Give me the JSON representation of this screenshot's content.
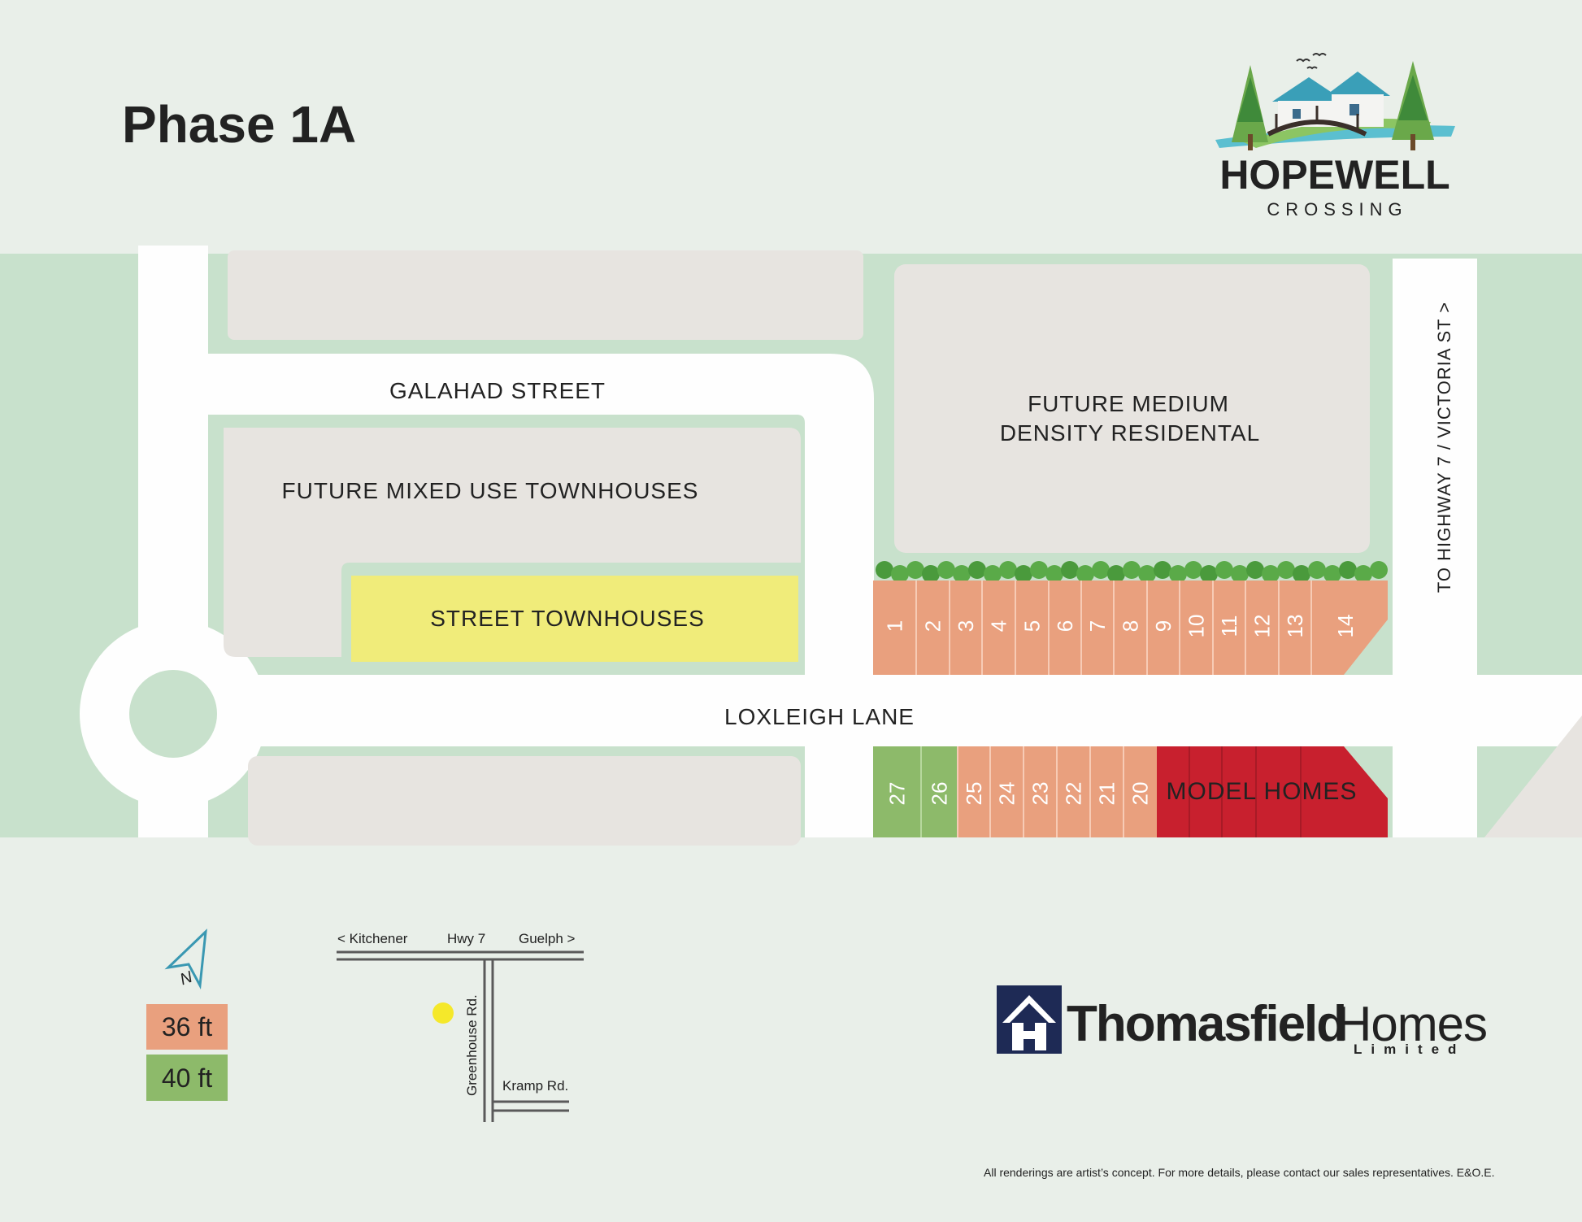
{
  "header": {
    "title": "Phase 1A",
    "brand_name": "HOPEWELL",
    "brand_sub": "CROSSING"
  },
  "streets": {
    "galahad": "GALAHAD STREET",
    "loxleigh": "LOXLEIGH LANE",
    "highway": "TO HIGHWAY 7 / VICTORIA ST >"
  },
  "areas": {
    "mixed_use": "FUTURE MIXED USE TOWNHOUSES",
    "medium_density_line1": "FUTURE MEDIUM",
    "medium_density_line2": "DENSITY RESIDENTAL",
    "street_townhouses": "STREET TOWNHOUSES",
    "model_homes": "MODEL HOMES"
  },
  "lots": {
    "north_row": [
      "1",
      "2",
      "3",
      "4",
      "5",
      "6",
      "7",
      "8",
      "9",
      "10",
      "11",
      "12",
      "13",
      "14"
    ],
    "south_36ft": [
      "25",
      "24",
      "23",
      "22",
      "21",
      "20"
    ],
    "south_40ft": [
      "27",
      "26"
    ]
  },
  "legend": {
    "items": [
      {
        "label": "36 ft",
        "color": "#e9a07e"
      },
      {
        "label": "40 ft",
        "color": "#8dba6a"
      }
    ],
    "north_letter": "N"
  },
  "locator": {
    "kitchener": "< Kitchener",
    "hwy7": "Hwy 7",
    "guelph": "Guelph >",
    "greenhouse": "Greenhouse Rd.",
    "kramp": "Kramp Rd."
  },
  "builder": {
    "name_bold": "Thomasfield",
    "name_light": "Homes",
    "sub": "Limited"
  },
  "disclaimer": "All renderings are artist’s concept. For more details, please contact our sales representatives. E&O.E.",
  "colors": {
    "background": "#e9efe9",
    "green_band": "#c8e1cc",
    "parcel": "#e7e4e0",
    "street_townhouses": "#f0ec7a",
    "lot_36ft": "#e9a07e",
    "lot_40ft": "#8dba6a",
    "model_homes": "#c8202e",
    "brand_navy": "#1e2a55",
    "brand_teal": "#4fb7c8"
  }
}
